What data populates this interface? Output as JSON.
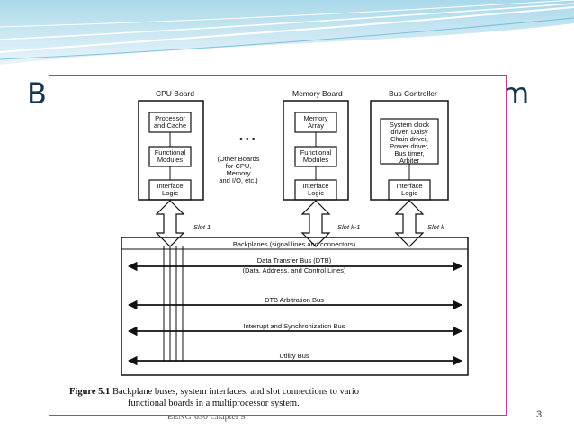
{
  "slide": {
    "title_left": "B",
    "title_right": "m",
    "footer": "EENG-630 Chapter 5",
    "page_number": "3"
  },
  "figure": {
    "boards": {
      "cpu": {
        "title": "CPU Board",
        "modules": [
          "Processor and Cache",
          "Functional Modules",
          "Interface Logic"
        ]
      },
      "memory": {
        "title": "Memory Board",
        "modules": [
          "Memory Array",
          "Functional Modules",
          "Interface Logic"
        ]
      },
      "bus_controller": {
        "title": "Bus Controller",
        "modules": [
          "System clock driver, Daisy Chain driver, Power driver, Bus timer, Arbiter",
          "Interface Logic"
        ]
      }
    },
    "ellipsis": "•••",
    "other_boards_note": "(Other Boards for CPU, Memory and I/O, etc.)",
    "slots": [
      "Slot 1",
      "Slot k-1",
      "Slot k"
    ],
    "backplane_label": "Backplanes (signal lines and connectors)",
    "buses": [
      "Data Transfer Bus (DTB) (Data, Address, and Control Lines)",
      "DTB Arbitration Bus",
      "Interrupt and Synchronization Bus",
      "Utility Bus"
    ],
    "caption_label": "Figure 5.1",
    "caption_text": "Backplane buses, system interfaces, and slot connections to vario functional boards in a multiprocessor system."
  },
  "colors": {
    "title": "#16344f",
    "frame_border": "#c23b8a",
    "wave_light": "#d6ecf5",
    "wave_blue": "#8cc8e0"
  }
}
